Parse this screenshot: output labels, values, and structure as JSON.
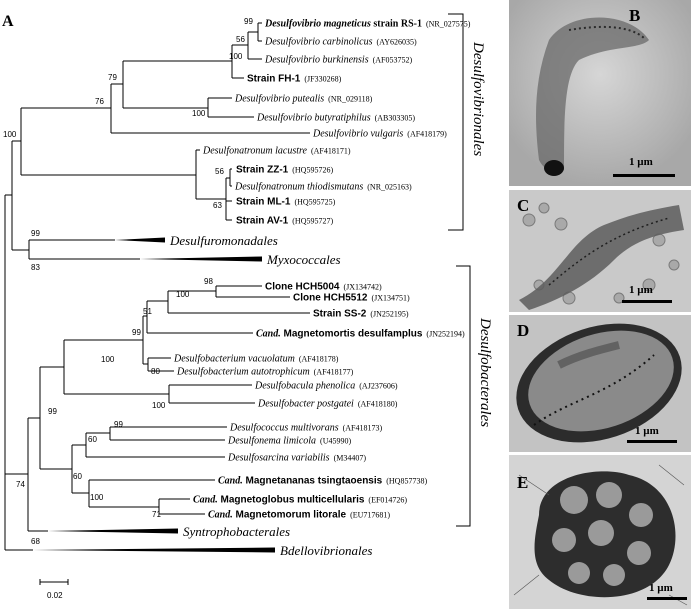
{
  "panel_a_label": "A",
  "tree_labels": [
    {
      "name": "Desulfovibrio magneticus",
      "suffix": " strain RS-1",
      "acc": "(NR_027575)",
      "bold": true,
      "italic": true
    },
    {
      "name": "Desulfovibrio carbinolicus",
      "suffix": "",
      "acc": "(AY626035)",
      "bold": false,
      "italic": true
    },
    {
      "name": "Desulfovibrio burkinensis",
      "suffix": "",
      "acc": "(AF053752)",
      "bold": false,
      "italic": true
    },
    {
      "name": "Strain FH-1",
      "suffix": "",
      "acc": "(JF330268)",
      "bold": true,
      "italic": false
    },
    {
      "name": "Desulfovibrio putealis",
      "suffix": "",
      "acc": "(NR_029118)",
      "bold": false,
      "italic": true
    },
    {
      "name": "Desulfovibrio butyratiphilus",
      "suffix": "",
      "acc": "(AB303305)",
      "bold": false,
      "italic": true
    },
    {
      "name": "Desulfovibrio vulgaris",
      "suffix": "",
      "acc": "(AF418179)",
      "bold": false,
      "italic": true
    },
    {
      "name": "Desulfonatronum lacustre",
      "suffix": "",
      "acc": "(AF418171)",
      "bold": false,
      "italic": true
    },
    {
      "name": "Strain ZZ-1",
      "suffix": "",
      "acc": "(HQ595726)",
      "bold": true,
      "italic": false
    },
    {
      "name": "Desulfonatronum thiodismutans",
      "suffix": "",
      "acc": "(NR_025163)",
      "bold": false,
      "italic": true
    },
    {
      "name": "Strain ML-1",
      "suffix": "",
      "acc": "(HQ595725)",
      "bold": true,
      "italic": false
    },
    {
      "name": "Strain AV-1",
      "suffix": "",
      "acc": "(HQ595727)",
      "bold": true,
      "italic": false
    },
    {
      "name": "Clone HCH5004",
      "suffix": "",
      "acc": "(JX134742)",
      "bold": true,
      "italic": false
    },
    {
      "name": "Clone HCH5512",
      "suffix": "",
      "acc": "(JX134751)",
      "bold": true,
      "italic": false
    },
    {
      "name": "Strain SS-2",
      "suffix": "",
      "acc": "(JN252195)",
      "bold": true,
      "italic": false
    },
    {
      "name": "Cand.",
      "suffix": " Magnetomortis desulfamplus",
      "acc": "(JN252194)",
      "bold": true,
      "italic": true,
      "cand": true
    },
    {
      "name": "Desulfobacterium vacuolatum",
      "suffix": "",
      "acc": "(AF418178)",
      "bold": false,
      "italic": true
    },
    {
      "name": "Desulfobacterium autotrophicum",
      "suffix": "",
      "acc": "(AF418177)",
      "bold": false,
      "italic": true
    },
    {
      "name": "Desulfobacula phenolica",
      "suffix": "",
      "acc": "(AJ237606)",
      "bold": false,
      "italic": true
    },
    {
      "name": "Desulfobacter postgatei",
      "suffix": "",
      "acc": "(AF418180)",
      "bold": false,
      "italic": true
    },
    {
      "name": "Desulfococcus multivorans",
      "suffix": "",
      "acc": "(AF418173)",
      "bold": false,
      "italic": true
    },
    {
      "name": "Desulfonema limicola",
      "suffix": "",
      "acc": "(U45990)",
      "bold": false,
      "italic": true
    },
    {
      "name": "Desulfosarcina variabilis",
      "suffix": "",
      "acc": "(M34407)",
      "bold": false,
      "italic": true
    },
    {
      "name": "Cand.",
      "suffix": " Magnetananas tsingtaoensis",
      "acc": "(HQ857738)",
      "bold": true,
      "italic": true,
      "cand": true
    },
    {
      "name": "Cand.",
      "suffix": " Magnetoglobus multicellularis",
      "acc": "(EF014726)",
      "bold": true,
      "italic": true,
      "cand": true
    },
    {
      "name": "Cand.",
      "suffix": " Magnetomorum litorale",
      "acc": "(EU717681)",
      "bold": true,
      "italic": true,
      "cand": true
    }
  ],
  "clade_labels": [
    "Desulfuromonadales",
    "Myxococcales",
    "Syntrophobacterales",
    "Bdellovibrionales"
  ],
  "order_labels": [
    "Desulfovibrionales",
    "Desulfobacterales"
  ],
  "bootstrap_values": [
    "99",
    "56",
    "100",
    "79",
    "76",
    "100",
    "100",
    "56",
    "63",
    "99",
    "83",
    "98",
    "100",
    "51",
    "99",
    "100",
    "80",
    "100",
    "99",
    "60",
    "99",
    "60",
    "100",
    "71",
    "74",
    "68"
  ],
  "scale_bar_label": "0.02",
  "micrographs": [
    {
      "letter": "B",
      "scale_label": "1 µm"
    },
    {
      "letter": "C",
      "scale_label": "1 µm"
    },
    {
      "letter": "D",
      "scale_label": "1 µm"
    },
    {
      "letter": "E",
      "scale_label": "1 µm"
    }
  ]
}
